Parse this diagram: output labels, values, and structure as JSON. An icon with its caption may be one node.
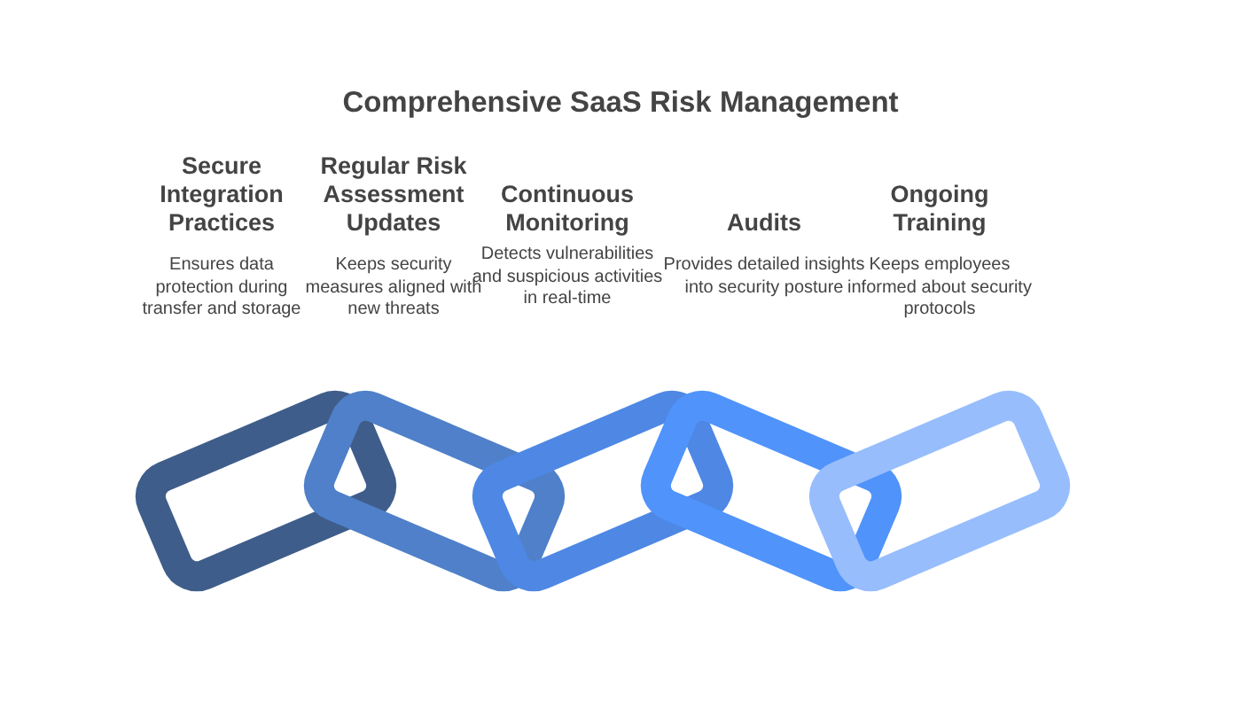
{
  "diagram": {
    "title": "Comprehensive SaaS Risk Management",
    "labels": [
      "Secure Integration Practices",
      "Ensures data protection during transfer and storage",
      "Regular Risk Assessment Updates",
      "Keeps security measures aligned with new threats",
      "Continuous Monitoring",
      "Detects vulnerabilities and suspicious activities in real-time",
      "Audits",
      "Provides detailed insights into security posture",
      "Ongoing Training",
      "Keeps employees informed about security protocols"
    ]
  }
}
